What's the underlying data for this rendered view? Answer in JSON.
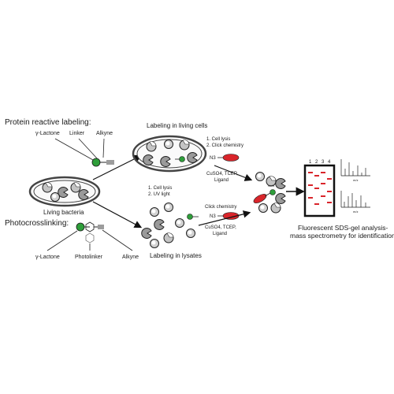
{
  "labels": {
    "protein_reactive": "Protein reactive labeling:",
    "photocrosslinking": "Photocrosslinking:",
    "gamma_lactone_top": "γ-Lactone",
    "linker": "Linker",
    "alkyne_top": "Alkyne",
    "gamma_lactone_bottom": "γ-Lactone",
    "photolinker": "Photolinker",
    "alkyne_bottom": "Alkyne",
    "living_bacteria": "Living bacteria",
    "labeling_living_cells": "Labeling in living cells",
    "labeling_lysates": "Labeling in lysates",
    "top_step1": "1. Cell lysis",
    "top_step2": "2. Click chemistry",
    "bottom_step1": "1. Cell lysis",
    "bottom_step2": "2. UV light",
    "click_chemistry": "Click chemistry",
    "n3_top": "N3",
    "n3_bottom": "N3",
    "reagents_top_1": "CuSO4, TCEP,",
    "reagents_top_2": "Ligand",
    "reagents_bottom_1": "CuSO4, TCEP,",
    "reagents_bottom_2": "Ligand",
    "triazole": "N=N",
    "lane_1": "1",
    "lane_2": "2",
    "lane_3": "3",
    "lane_4": "4",
    "mz_top": "m/z",
    "mz_bottom": "m/z",
    "result_line1": "Fluorescent SDS-gel analysis-",
    "result_line2": "mass spectrometry for identification"
  },
  "colors": {
    "probe_green": "#2e9e3a",
    "dye_red": "#d9252b",
    "outline": "#222222",
    "protein_fill": "#bdbdbd"
  }
}
